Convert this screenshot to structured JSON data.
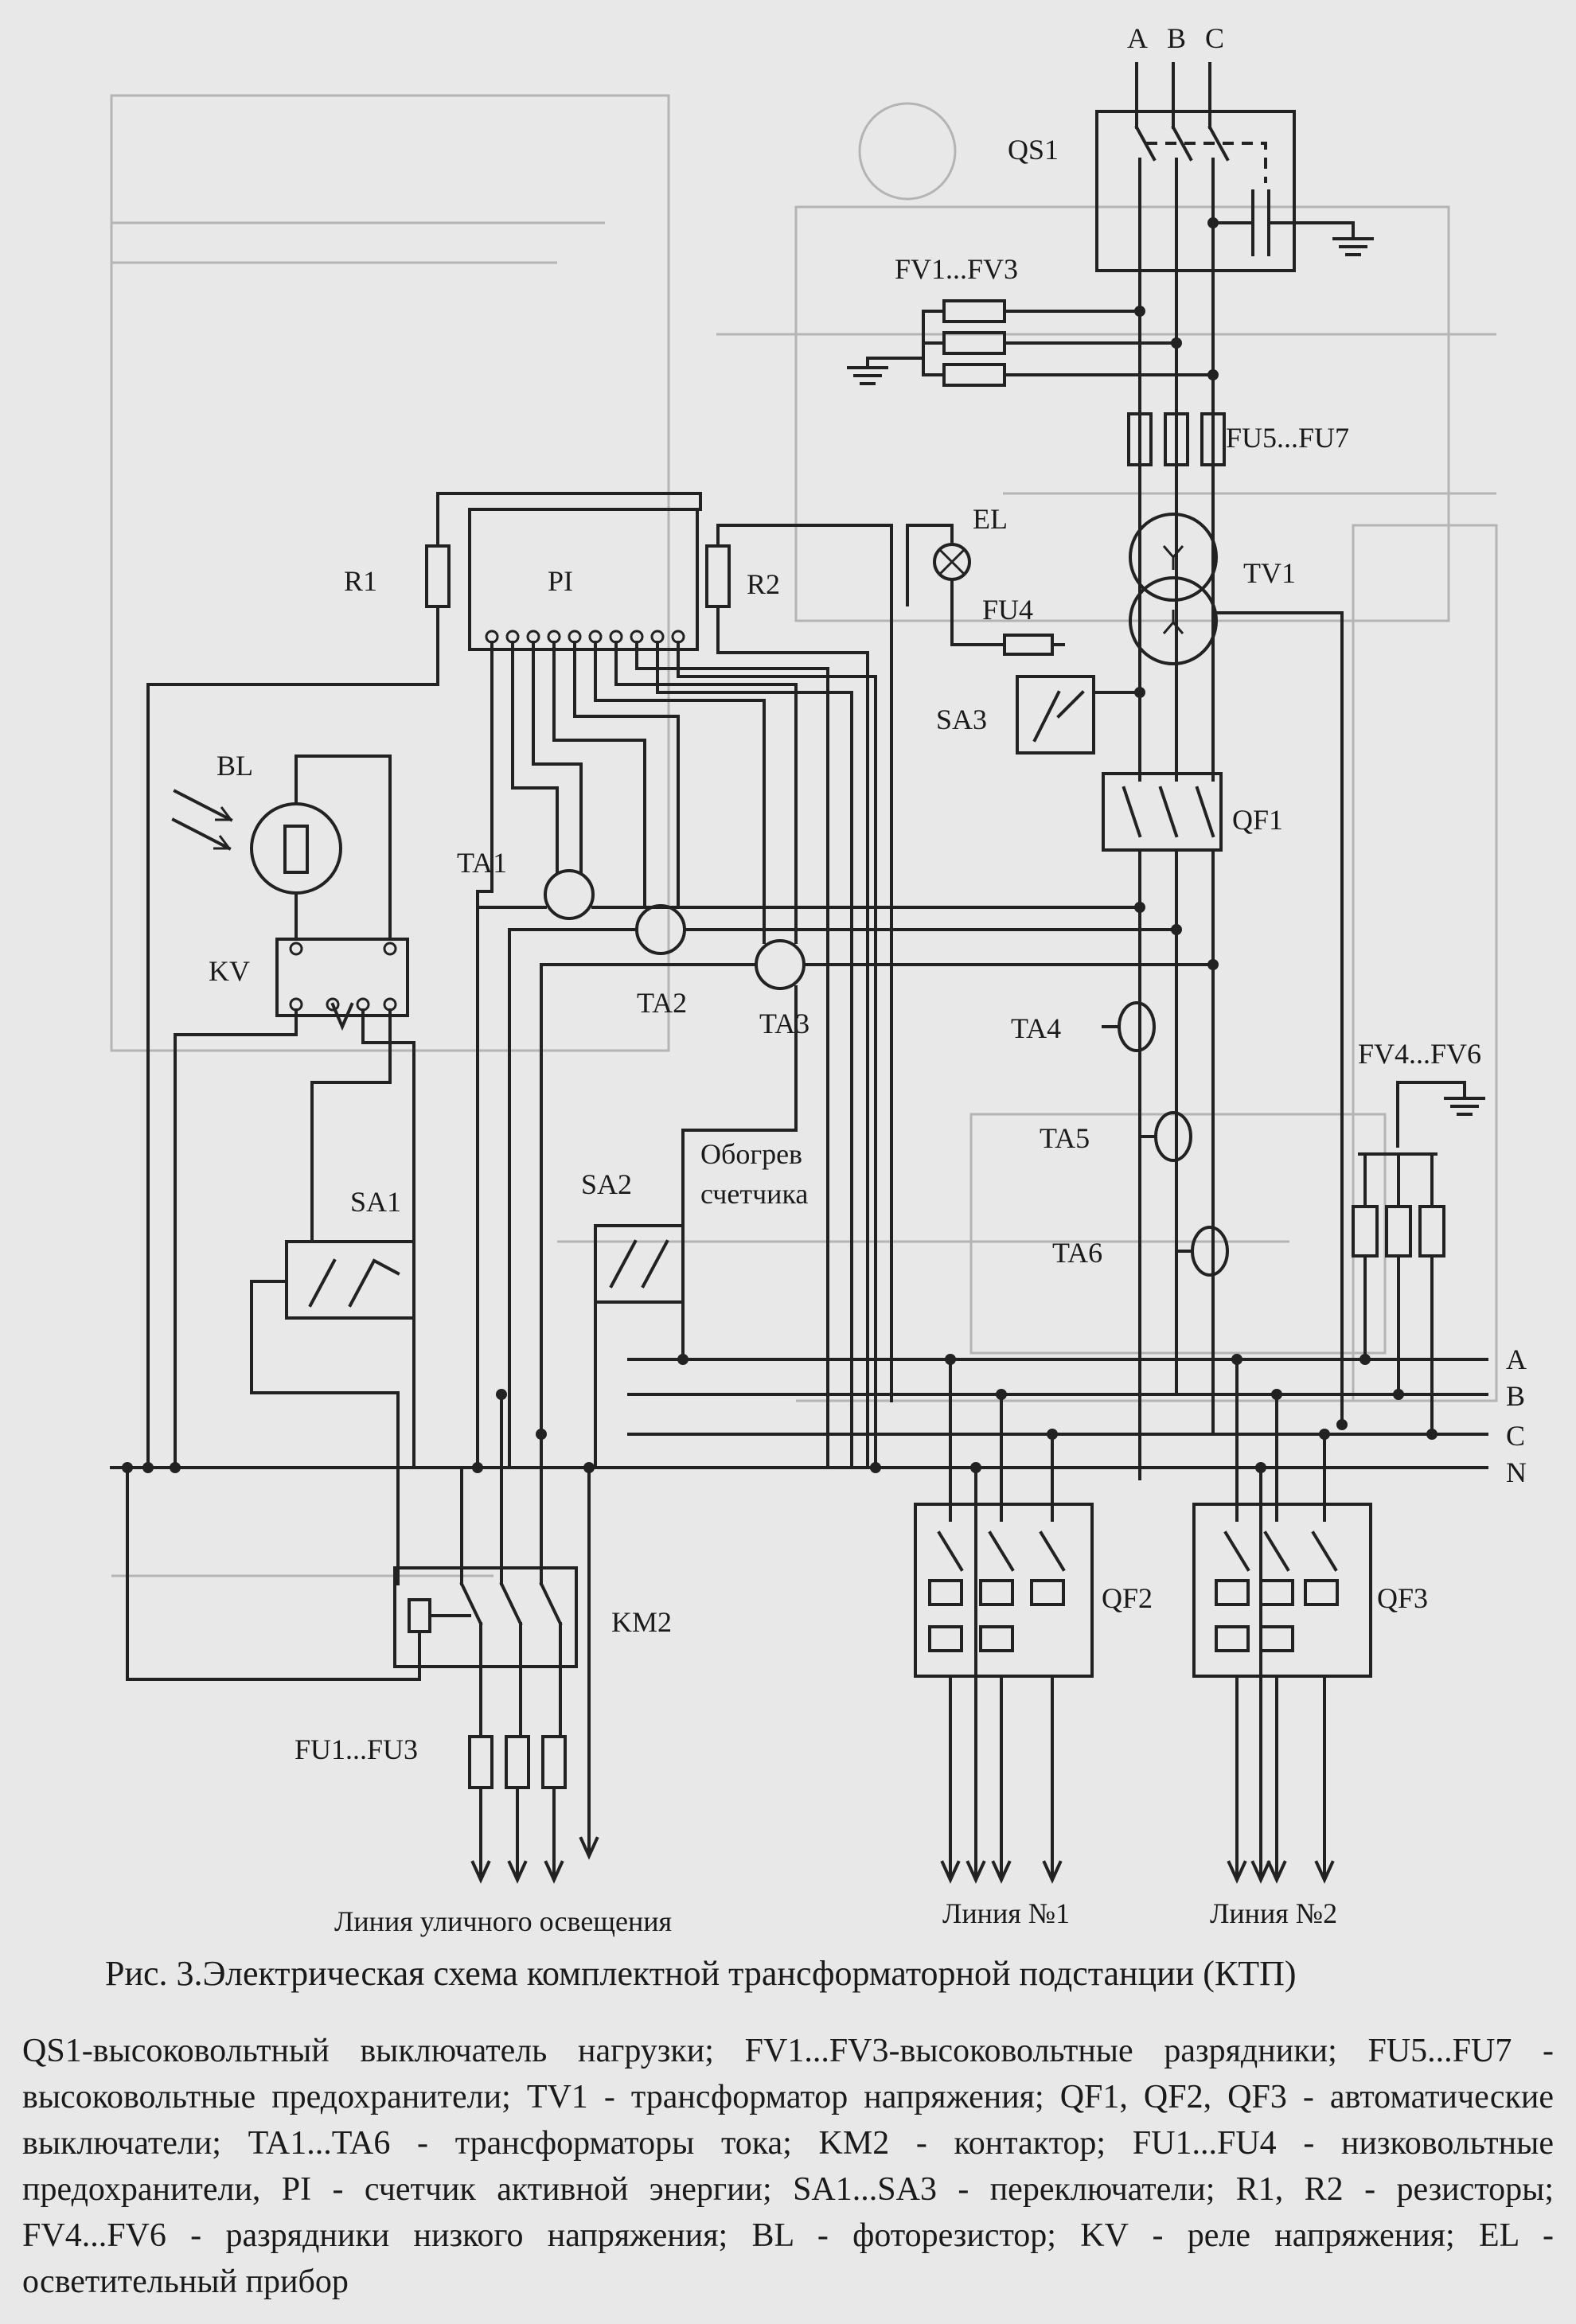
{
  "phases_top": [
    "A",
    "B",
    "C"
  ],
  "bus_labels": [
    "A",
    "B",
    "C",
    "N"
  ],
  "components": {
    "QS1": "QS1",
    "FV1_FV3": "FV1...FV3",
    "FU5_FU7": "FU5...FU7",
    "EL": "EL",
    "TV1": "TV1",
    "FU4": "FU4",
    "SA3": "SA3",
    "QF1": "QF1",
    "R1": "R1",
    "PI": "PI",
    "R2": "R2",
    "BL": "BL",
    "KV": "KV",
    "TA1": "TA1",
    "TA2": "TA2",
    "TA3": "TA3",
    "TA4": "TA4",
    "TA5": "TA5",
    "TA6": "TA6",
    "FV4_FV6": "FV4...FV6",
    "SA1": "SA1",
    "SA2": "SA2",
    "heater_line1": "Обогрев",
    "heater_line2": "счетчика",
    "KM2": "KM2",
    "QF2": "QF2",
    "QF3": "QF3",
    "FU1_FU3": "FU1...FU3"
  },
  "outputs": {
    "street": "Линия уличного освещения",
    "line1": "Линия №1",
    "line2": "Линия №2"
  },
  "caption": "Рис. 3.Электрическая схема комплектной трансформаторной подстанции (КТП)",
  "legend": "QS1-высоковольтный выключатель нагрузки; FV1...FV3-высоковольтные разрядники; FU5...FU7 - высоковольтные предохранители; TV1 - трансформатор напряжения; QF1, QF2, QF3 - автоматические выключатели; TA1...TA6 - трансформаторы тока; KM2 - контактор; FU1...FU4 - низковольтные предохранители, PI - счетчик активной энергии; SA1...SA3 - переключатели; R1, R2 - резисторы; FV4...FV6 - разрядники низкого напряжения; BL - фоторезистор; KV - реле напряжения; EL - осветительный прибор"
}
